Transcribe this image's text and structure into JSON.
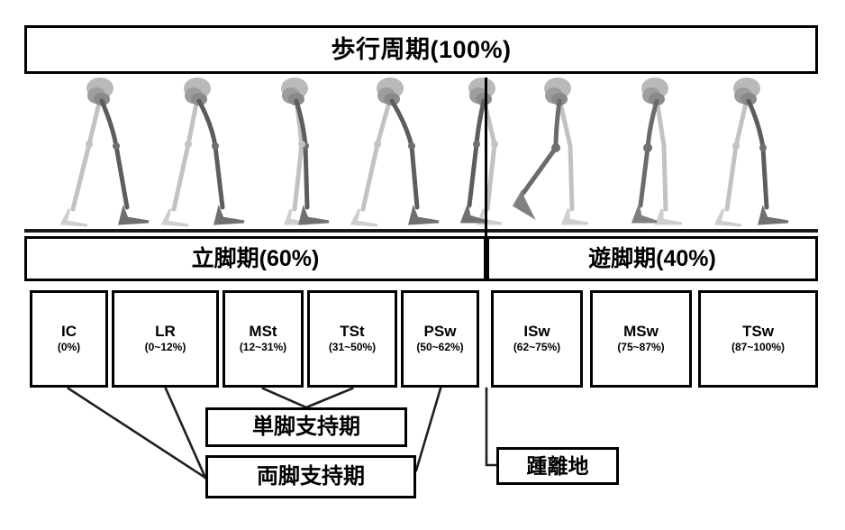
{
  "diagram": {
    "title": "歩行周期(100%)",
    "phases": [
      {
        "name": "stance",
        "label": "立脚期(60%)"
      },
      {
        "name": "swing",
        "label": "遊脚期(40%)"
      }
    ],
    "subphases": [
      {
        "code": "IC",
        "range": "(0%)"
      },
      {
        "code": "LR",
        "range": "(0~12%)"
      },
      {
        "code": "MSt",
        "range": "(12~31%)"
      },
      {
        "code": "TSt",
        "range": "(31~50%)"
      },
      {
        "code": "PSw",
        "range": "(50~62%)"
      },
      {
        "code": "ISw",
        "range": "(62~75%)"
      },
      {
        "code": "MSw",
        "range": "(75~87%)"
      },
      {
        "code": "TSw",
        "range": "(87~100%)"
      }
    ],
    "callouts": {
      "single_support": "単脚支持期",
      "double_support": "両脚支持期",
      "heel_off": "踵離地"
    },
    "figures": [
      {
        "name": "skeleton-figure-ic"
      },
      {
        "name": "skeleton-figure-lr"
      },
      {
        "name": "skeleton-figure-mst"
      },
      {
        "name": "skeleton-figure-tst"
      },
      {
        "name": "skeleton-figure-psw"
      },
      {
        "name": "skeleton-figure-isw"
      },
      {
        "name": "skeleton-figure-msw"
      },
      {
        "name": "skeleton-figure-tsw"
      }
    ],
    "colors": {
      "line": "#000000",
      "background": "#ffffff",
      "bone_near": "#6e6e6e",
      "bone_far": "#bdbdbd"
    }
  }
}
